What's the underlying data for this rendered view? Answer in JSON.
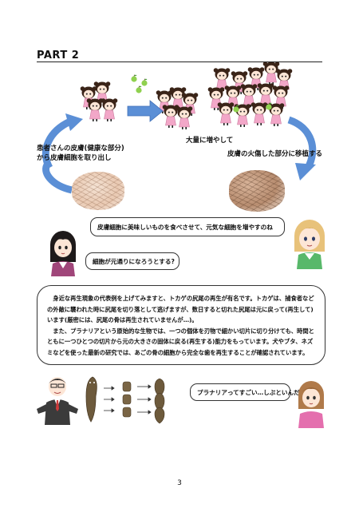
{
  "section": {
    "title": "PART 2"
  },
  "labels": {
    "extract_line1": "患者さんの皮膚(健康な部分)",
    "extract_line2": "から皮膚細胞を取り出し",
    "proliferate": "大量に増やして",
    "transplant": "皮膚の火傷した部分に移植する"
  },
  "speech": {
    "feed": "皮膚細胞に美味しいものを食べさせて、元気な細胞を増やすのね",
    "question": "細胞が元通りになろうとする?",
    "planaria": "プラナリアってすごい…しぶといんだ"
  },
  "story": {
    "paragraph1": "身近な再生現象の代表例を上げてみますと、トカゲの尻尾の再生が有名です。トカゲは、捕食者などの外敵に襲われた時に尻尾を切り落として逃げますが、数日すると切れた尻尾は元に戻って(再生して)います(厳密には、尻尾の骨は再生されていませんが…)。",
    "paragraph2": "また、プラナリアという原始的な生物では、一つの個体を刃物で細かい切片に切り分けても、時間とともに一つひとつの切片から元の大きさの固体に戻る(再生する)能力をもっています。犬やブタ、ネズミなどを使った最新の研究では、あごの骨の細胞から完全な歯を再生することが確認されています。"
  },
  "page_number": "3",
  "colors": {
    "arrow_blue": "#5b8fd6",
    "hair_dark": "#3a2418",
    "dress_pink": "#f2a7c8",
    "apple_green": "#8fd14f",
    "bubble_border": "#333333"
  },
  "icons": [
    "cell-character-icon",
    "apple-icon",
    "arrow-icon",
    "skin-patch-icon",
    "planaria-icon",
    "scissors-icon"
  ]
}
